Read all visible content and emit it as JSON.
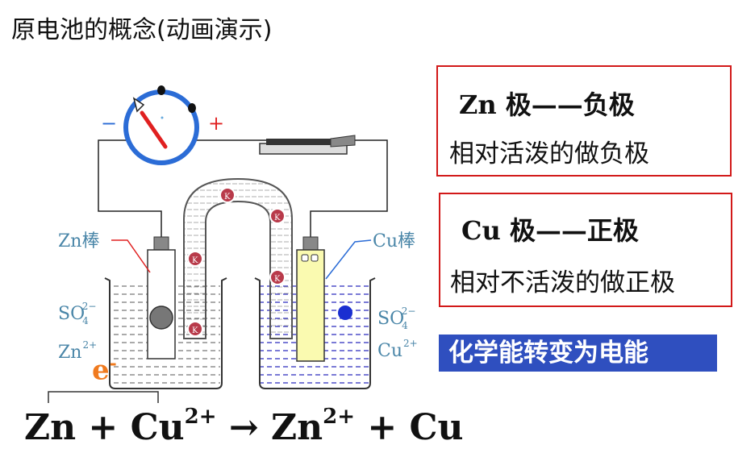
{
  "title": "原电池的概念(动画演示)",
  "diagram": {
    "meter_minus": "−",
    "meter_plus": "+",
    "zn_rod_label": "Zn棒",
    "cu_rod_label": "Cu棒",
    "left_ion_1_base": "SO",
    "left_ion_1_sub": "4",
    "left_ion_1_sup": "2−",
    "left_ion_2_base": "Zn",
    "left_ion_2_sup": "2+",
    "right_ion_1_base": "SO",
    "right_ion_1_sub": "4",
    "right_ion_1_sup": "2−",
    "right_ion_2_base": "Cu",
    "right_ion_2_sup": "2+",
    "salt_bridge_ion": "K"
  },
  "negative_box": {
    "line1": "Zn 极——负极",
    "line2": "相对活泼的做负极"
  },
  "positive_box": {
    "line1": "Cu 极——正极",
    "line2": "相对不活泼的做正极"
  },
  "banner": "化学能转变为电能",
  "electron": {
    "symbol": "e",
    "sup": "-"
  },
  "equation": {
    "part1": "Zn + Cu",
    "sup1": "2+",
    "part2": " → Zn",
    "sup2": "2+",
    "part3": " + Cu"
  },
  "colors": {
    "box_border": "#d21919",
    "banner_bg": "#2f4fbf",
    "electron": "#f07a1e",
    "cu_solution": "#3333cc",
    "meter_ring": "#2b6cd6",
    "needle": "#e02020"
  }
}
